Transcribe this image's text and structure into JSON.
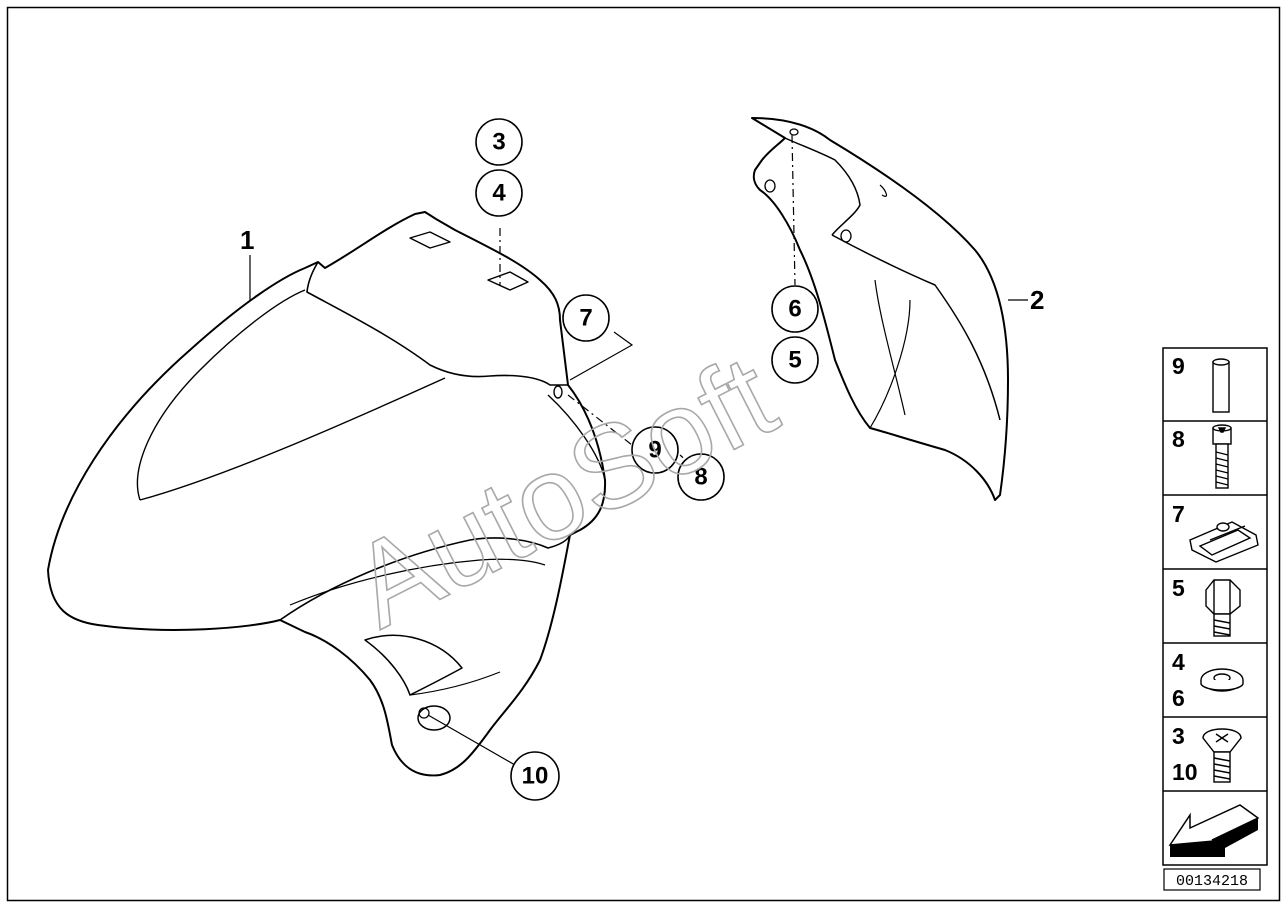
{
  "callouts": {
    "c3": "3",
    "c4": "4",
    "c7": "7",
    "c6": "6",
    "c5": "5",
    "c9": "9",
    "c8": "8",
    "c10": "10"
  },
  "part_labels": {
    "p1": "1",
    "p2": "2"
  },
  "legend": [
    {
      "nums": [
        "9"
      ],
      "icon": "sleeve-icon"
    },
    {
      "nums": [
        "8"
      ],
      "icon": "socket-screw-icon"
    },
    {
      "nums": [
        "7"
      ],
      "icon": "clip-nut-icon"
    },
    {
      "nums": [
        "5"
      ],
      "icon": "hex-bolt-icon"
    },
    {
      "nums": [
        "4",
        "6"
      ],
      "icon": "washer-icon"
    },
    {
      "nums": [
        "3",
        "10"
      ],
      "icon": "countersunk-screw-icon"
    },
    {
      "nums": [],
      "icon": "arrow-icon"
    }
  ],
  "part_number": "00134218",
  "watermark": "AutoSoft"
}
